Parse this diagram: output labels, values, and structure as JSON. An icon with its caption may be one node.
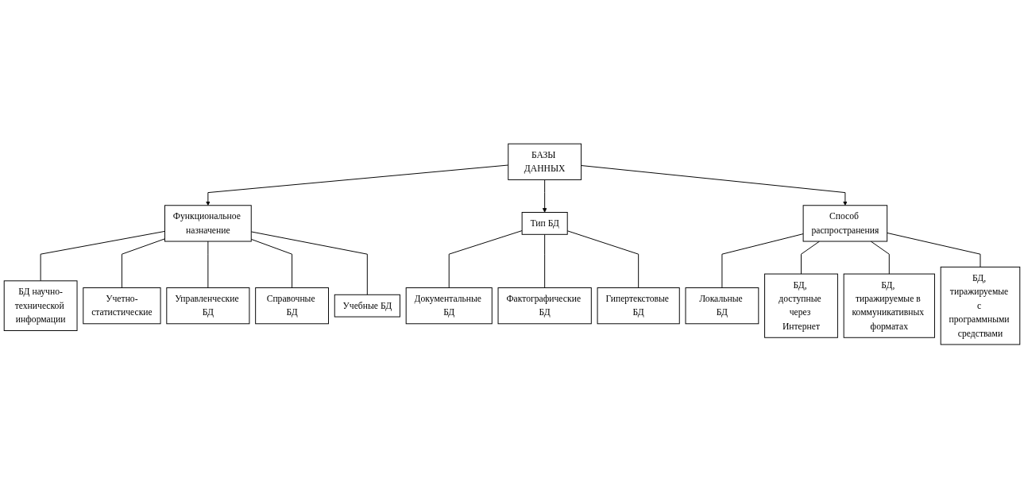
{
  "diagram": {
    "nodes": [
      {
        "text": [
          "БАЗЫ ДАННЫХ"
        ]
      },
      {
        "text": [
          "Функциональное назначение"
        ]
      },
      {
        "text": [
          "Тип БД"
        ]
      },
      {
        "text": [
          "Способ распространения"
        ]
      },
      {
        "text": [
          "БД научно-технической информации"
        ]
      },
      {
        "text": [
          "Учетно-статистические"
        ]
      },
      {
        "text": [
          "Управленческие БД"
        ]
      },
      {
        "text": [
          "Справочные БД"
        ]
      },
      {
        "text": [
          "Учебные БД"
        ]
      },
      {
        "text": [
          "Документальные БД"
        ]
      },
      {
        "text": [
          "Фактографические БД"
        ]
      },
      {
        "text": [
          "Гипертекстовые БД"
        ]
      },
      {
        "text": [
          "Локальные БД"
        ]
      },
      {
        "text": [
          "БД, доступные через Интернет"
        ]
      },
      {
        "text": [
          "БД, тиражируемые в коммуникативных форматах"
        ]
      },
      {
        "text": [
          "БД, тиражируемые с программными средствами"
        ]
      }
    ],
    "edges": [
      {
        "from": 0,
        "to": 1,
        "arrow": "to"
      },
      {
        "from": 0,
        "to": 2,
        "arrow": "to"
      },
      {
        "from": 0,
        "to": 3,
        "arrow": "to"
      },
      {
        "from": 1,
        "to": 4,
        "arrow": "none"
      },
      {
        "from": 1,
        "to": 5,
        "arrow": "none"
      },
      {
        "from": 1,
        "to": 6,
        "arrow": "none"
      },
      {
        "from": 1,
        "to": 7,
        "arrow": "none"
      },
      {
        "from": 1,
        "to": 8,
        "arrow": "none"
      },
      {
        "from": 2,
        "to": 9,
        "arrow": "none"
      },
      {
        "from": 2,
        "to": 10,
        "arrow": "none"
      },
      {
        "from": 2,
        "to": 11,
        "arrow": "none"
      },
      {
        "from": 3,
        "to": 12,
        "arrow": "none"
      },
      {
        "from": 3,
        "to": 13,
        "arrow": "none"
      },
      {
        "from": 3,
        "to": 14,
        "arrow": "none"
      },
      {
        "from": 3,
        "to": 15,
        "arrow": "none"
      }
    ]
  }
}
